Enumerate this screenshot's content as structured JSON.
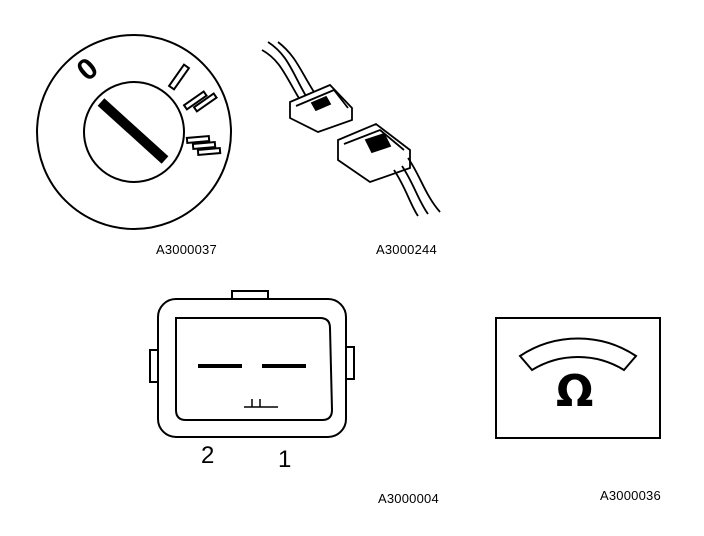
{
  "figures": {
    "ignition_switch": {
      "code": "A3000037",
      "position_mark": "0"
    },
    "plug_connector": {
      "code": "A3000244"
    },
    "sensor_connector": {
      "code": "A3000004",
      "pin_left": "2",
      "pin_right": "1"
    },
    "ohmmeter": {
      "code": "A3000036",
      "unit_symbol": "Ω"
    }
  },
  "icons": [
    "ignition-switch-icon",
    "plug-connector-icon",
    "sensor-connector-icon",
    "ohmmeter-icon"
  ],
  "colors": {
    "ink": "#000000",
    "paper": "#ffffff"
  }
}
